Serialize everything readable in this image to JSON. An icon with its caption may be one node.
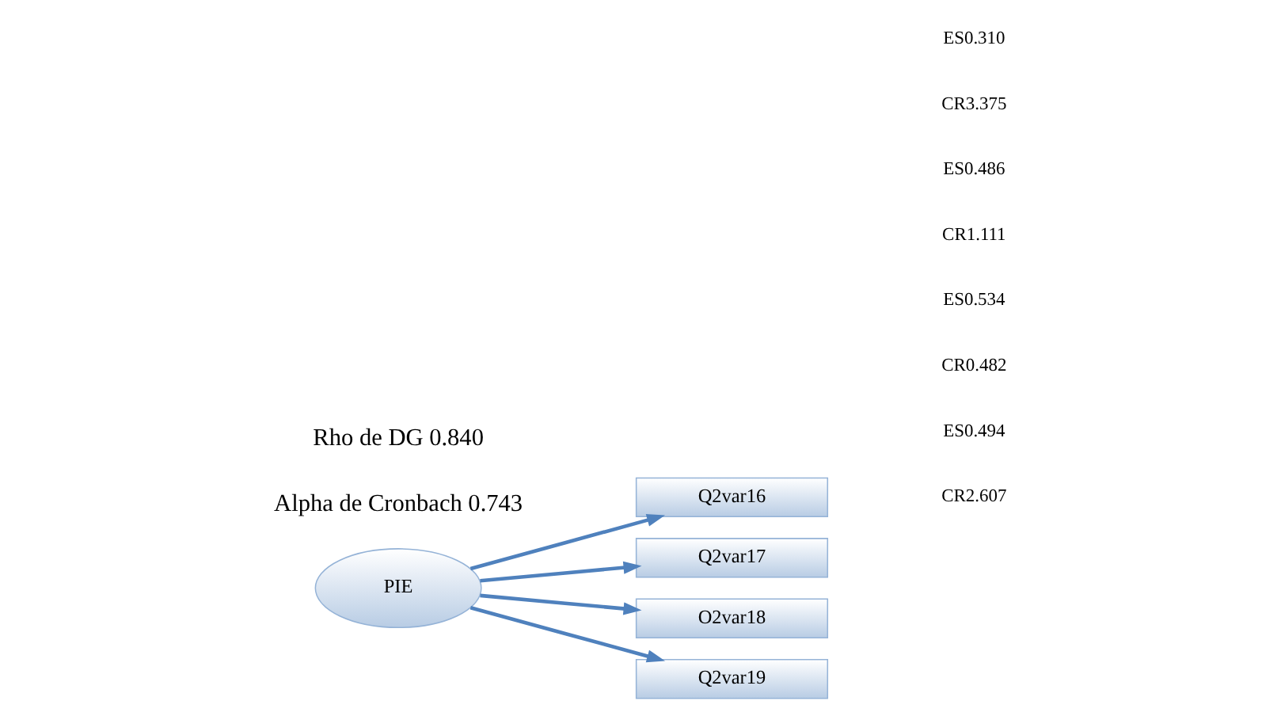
{
  "diagram": {
    "nodes": [
      {
        "text": [
          "PIE"
        ]
      },
      {
        "text": [
          "Q2var16"
        ]
      },
      {
        "text": [
          "Q2var17"
        ]
      },
      {
        "text": [
          "O2var18"
        ]
      },
      {
        "text": [
          "Q2var19"
        ]
      }
    ],
    "edges": [
      {
        "from": 0,
        "to": 1,
        "arrow": "to"
      },
      {
        "from": 0,
        "to": 2,
        "arrow": "to"
      },
      {
        "from": 0,
        "to": 3,
        "arrow": "to"
      },
      {
        "from": 0,
        "to": 4,
        "arrow": "to"
      }
    ],
    "labels": [
      "Alpha de Cronbach 0.743",
      "Rho de DG 0.840",
      "CR2.607",
      "ES0.494",
      "CR0.482",
      "ES0.534",
      "CR1.111",
      "ES0.486",
      "CR3.375",
      "ES0.310"
    ]
  }
}
